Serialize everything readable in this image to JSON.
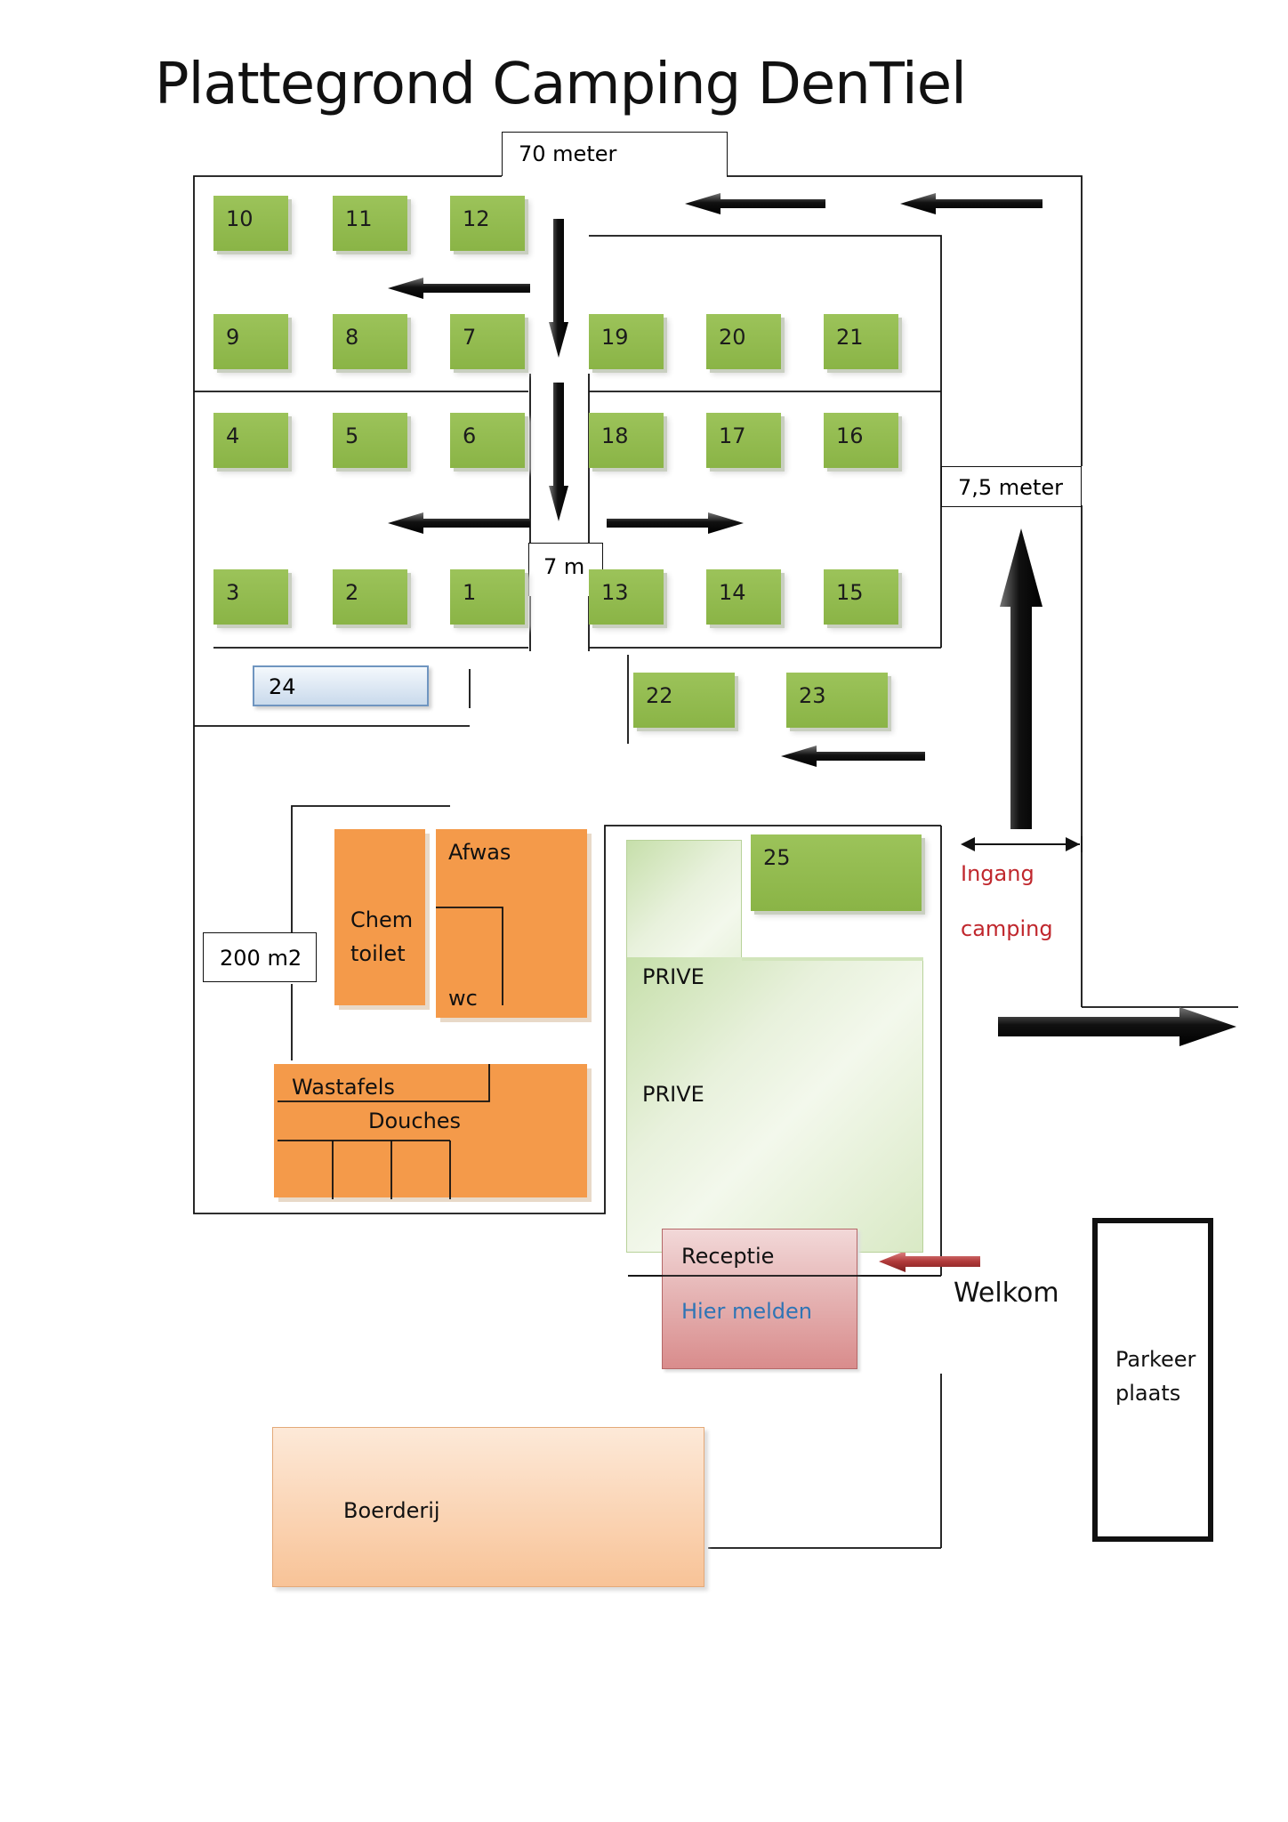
{
  "title": "Plattegrond Camping DenTiel",
  "measurements": {
    "width_label": "70 meter",
    "road_label": "7,5 meter",
    "aisle_label": "7 m",
    "area_label": "200 m2"
  },
  "pitches": [
    "10",
    "11",
    "12",
    "9",
    "8",
    "7",
    "19",
    "20",
    "21",
    "4",
    "5",
    "6",
    "18",
    "17",
    "16",
    "3",
    "2",
    "1",
    "13",
    "14",
    "15",
    "24",
    "22",
    "23",
    "25"
  ],
  "facilities": {
    "afwas": "Afwas",
    "chem_1": "Chem",
    "chem_2": "toilet",
    "wc": "wc",
    "wastafels": "Wastafels",
    "douches": "Douches"
  },
  "private": {
    "prive_1": "PRIVE",
    "prive_2": "PRIVE"
  },
  "entrance": {
    "line1": "Ingang",
    "line2": "camping",
    "color": "#c0272d"
  },
  "reception": {
    "title": "Receptie",
    "note": "Hier melden",
    "note_color": "#2e74b5"
  },
  "welcome": "Welkom",
  "farm": "Boerderij",
  "parking": {
    "line1": "Parkeer",
    "line2": "plaats"
  },
  "colors": {
    "pitch": "#8ab446",
    "facility": "#f49a4a",
    "private": "#d9e9c5",
    "reception": "#e7b9b9",
    "arrow": "#111111",
    "welcome_arrow": "#b03a3a"
  }
}
